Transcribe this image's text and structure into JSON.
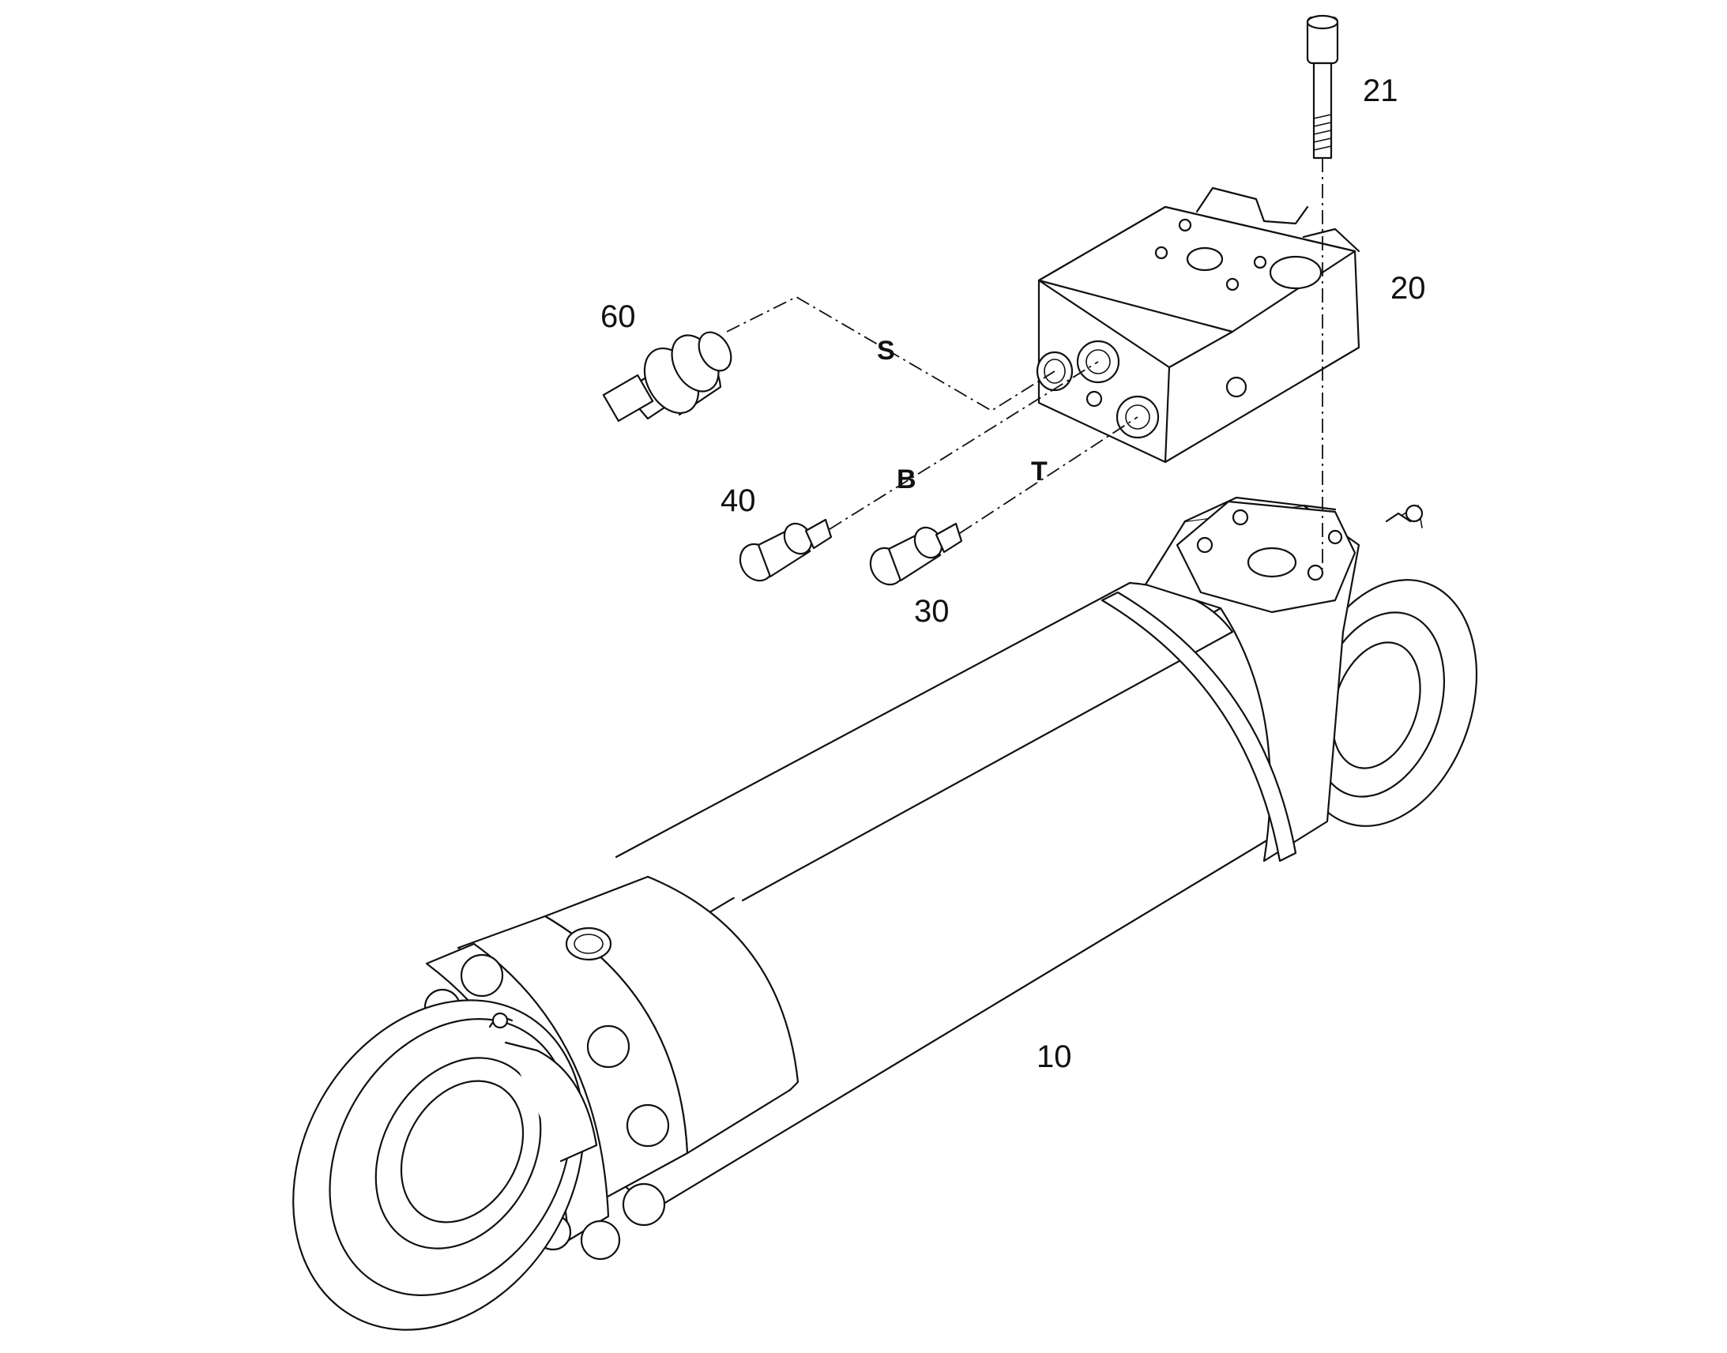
{
  "diagram": {
    "callouts": {
      "cylinder": "10",
      "valve_block": "20",
      "bolt": "21",
      "fitting_30": "30",
      "fitting_40": "40",
      "pressure_sensor": "60"
    },
    "port_labels": {
      "s": "S",
      "b": "B",
      "t": "T"
    }
  }
}
